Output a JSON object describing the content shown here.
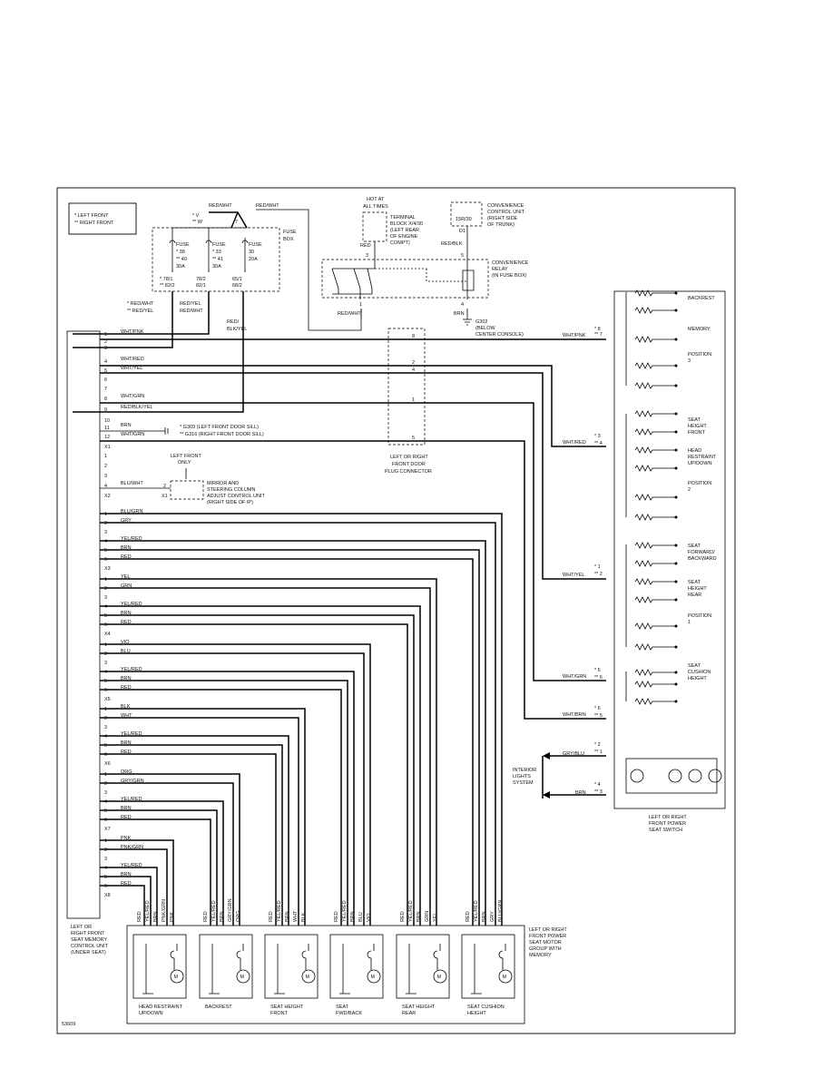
{
  "legend": {
    "line1": "* LEFT FRONT",
    "line2": "** RIGHT FRONT"
  },
  "figure_id": "53609",
  "fuse_box": {
    "label": [
      "FUSE",
      "BOX"
    ],
    "top_labels": [
      "*   V",
      "**  W"
    ],
    "pin7": "7",
    "wire_left": "RED/WHT",
    "wire_right": "RED/WHT",
    "fuses": [
      {
        "lines": [
          "FUSE",
          "*   38",
          "**  40",
          "30A"
        ],
        "ref": [
          "*   78/1",
          "**  82/2"
        ]
      },
      {
        "lines": [
          "FUSE",
          "*   33",
          "**  41",
          "30A"
        ],
        "ref": [
          "78/2",
          "82/1"
        ]
      },
      {
        "lines": [
          "FUSE",
          "30",
          "20A"
        ],
        "ref": [
          "65/1",
          "68/2"
        ]
      }
    ]
  },
  "fuse_outputs": {
    "left": [
      "*   RED/WHT",
      "**  RED/YEL"
    ],
    "mid": [
      "RED/YEL",
      "RED/WHT"
    ],
    "right": [
      "RED/",
      "BLK/YEL"
    ]
  },
  "hot_at": [
    "HOT AT",
    "ALL TIMES"
  ],
  "terminal_block": [
    "TERMINAL",
    "BLOCK X/4/30",
    "(LEFT REAR",
    "OF ENGINE",
    "COMPT)"
  ],
  "conv_unit": {
    "label": [
      "CONVENIENCE",
      "CONTROL UNIT",
      "(RIGHT SIDE",
      "OF TRUNK)"
    ],
    "inner": "15R/30",
    "pin": "D1",
    "wire": "RED/BLK"
  },
  "relay": {
    "label": [
      "CONVENIENCE",
      "RELAY",
      "(IN FUSE BOX)"
    ],
    "pins": [
      "3",
      "5",
      "1",
      "4"
    ],
    "wire_in": "RED",
    "wire_out": "RED/WHT",
    "ground_wire": "BRN",
    "ground": [
      "G302",
      "(BELOW",
      "CENTER CONSOLE)"
    ]
  },
  "door_plug": {
    "label": [
      "LEFT OR RIGHT",
      "FRONT DOOR",
      "PLUG CONNECTOR"
    ],
    "pins": [
      "8",
      "2",
      "4",
      "1",
      "5"
    ]
  },
  "memory_unit": {
    "label": [
      "LEFT OR",
      "RIGHT FRONT",
      "SEAT MEMORY",
      "CONTROL UNIT",
      "(UNDER SEAT)"
    ],
    "x1_wires": [
      "WHT/PNK",
      "",
      "",
      "WHT/RED",
      "WHT/YEL",
      "",
      "",
      "WHT/GRN",
      "RED/BLK/YEL",
      "",
      "BRN",
      "WHT/GRN"
    ],
    "grounds": [
      "*   G309  (LEFT FRONT DOOR SILL)",
      "**  G316  (RIGHT FRONT DOOR SILL)"
    ],
    "x2_wire": "BLU/WHT",
    "x_labels": [
      "X1",
      "X2",
      "X3",
      "X4",
      "X5",
      "X6",
      "X7",
      "X8"
    ]
  },
  "mirror_unit": {
    "note": [
      "LEFT FRONT",
      "ONLY"
    ],
    "label": [
      "MIRROR AND",
      "STEERING COLUMN",
      "ADJUST CONTROL UNIT",
      "(RIGHT SIDE OF IP)"
    ],
    "pin": "2",
    "conn": "X1"
  },
  "motor_groups_wires": [
    [
      "BLU/GRN",
      "GRY",
      "",
      "YEL/RED",
      "BRN",
      "RED"
    ],
    [
      "YEL",
      "GRN",
      "",
      "YEL/RED",
      "BRN",
      "RED"
    ],
    [
      "VIO",
      "BLU",
      "",
      "YEL/RED",
      "BRN",
      "RED"
    ],
    [
      "BLK",
      "WHT",
      "",
      "YEL/RED",
      "BRN",
      "RED"
    ],
    [
      "ORG",
      "GRY/GRN",
      "",
      "YEL/RED",
      "BRN",
      "RED"
    ],
    [
      "PNK",
      "PNK/GRN",
      "",
      "YEL/RED",
      "BRN",
      "RED"
    ]
  ],
  "seat_switch": {
    "label": [
      "LEFT OR RIGHT",
      "FRONT POWER",
      "SEAT SWITCH"
    ],
    "sections": [
      [
        "BACKREST"
      ],
      [
        "MEMORY"
      ],
      [
        "POSITION",
        "3"
      ],
      [
        "SEAT",
        "HEIGHT",
        "FRONT"
      ],
      [
        "HEAD",
        "RESTRAINT",
        "UP/DOWN"
      ],
      [
        "POSITION",
        "2"
      ],
      [
        "SEAT",
        "FORWARD/",
        "BACKWARD"
      ],
      [
        "SEAT",
        "HEIGHT",
        "REAR"
      ],
      [
        "POSITION",
        "1"
      ],
      [
        "SEAT",
        "CUSHION",
        "HEIGHT"
      ]
    ],
    "pin_wires": [
      "WHT/PNK",
      "WHT/RED",
      "WHT/YEL",
      "WHT/GRN",
      "WHT/BRN",
      "GRY/BLU",
      "BRN"
    ],
    "pins": [
      "*  8",
      "** 7",
      "*  3",
      "** 4",
      "*  1",
      "** 2",
      "*  5",
      "** 6",
      "*  6",
      "** 5",
      "*  2",
      "** 1",
      "*  4",
      "** 3"
    ]
  },
  "interior_lights": [
    "INTERIOR",
    "LIGHTS",
    "SYSTEM"
  ],
  "motor_group": {
    "label": [
      "LEFT OR RIGHT",
      "FRONT POWER",
      "SEAT MOTOR",
      "GROUP WITH",
      "MEMORY"
    ],
    "motors": [
      {
        "name": [
          "HEAD RESTRAINT",
          "UP/DOWN"
        ],
        "wires": [
          "RED",
          "YEL/RED",
          "BRN",
          "PNK/GRN",
          "PNK"
        ]
      },
      {
        "name": [
          "BACKREST",
          ""
        ],
        "wires": [
          "RED",
          "YEL/RED",
          "BRN",
          "GRY/GRN",
          "ORG"
        ]
      },
      {
        "name": [
          "SEAT HEIGHT",
          "FRONT"
        ],
        "wires": [
          "RED",
          "YEL/RED",
          "BRN",
          "WHT",
          "BLK"
        ]
      },
      {
        "name": [
          "SEAT",
          "FWD/BACK"
        ],
        "wires": [
          "RED",
          "YEL/RED",
          "BRN",
          "BLU",
          "VIO"
        ]
      },
      {
        "name": [
          "SEAT HEIGHT",
          "REAR"
        ],
        "wires": [
          "RED",
          "YEL/RED",
          "BRN",
          "GRN",
          "YEL"
        ]
      },
      {
        "name": [
          "SEAT CUSHION",
          "HEIGHT"
        ],
        "wires": [
          "RED",
          "YEL/RED",
          "BRN",
          "GRY",
          "BLU/GRN"
        ]
      }
    ]
  }
}
